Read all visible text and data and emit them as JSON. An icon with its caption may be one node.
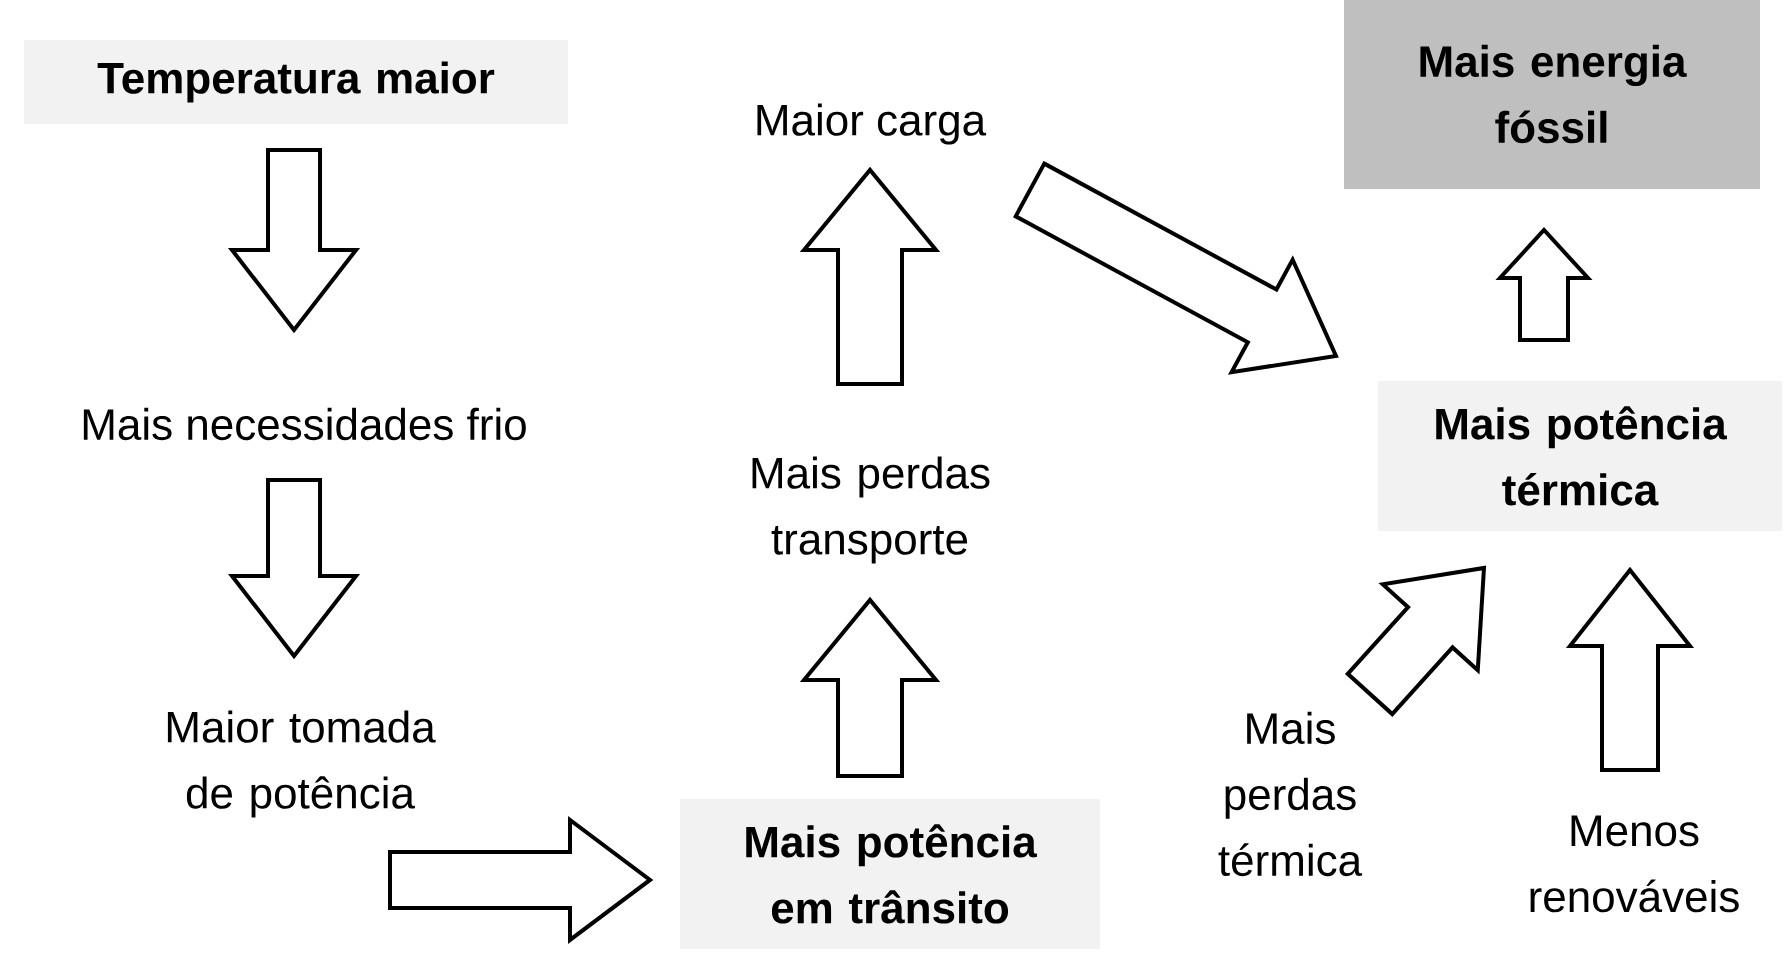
{
  "diagram": {
    "nodes": [
      {
        "text": [
          "Temperatura maior"
        ]
      },
      {
        "text": [
          "Mais necessidades frio"
        ]
      },
      {
        "text": [
          "Maior tomada de potência"
        ]
      },
      {
        "text": [
          "Mais potência em trânsito"
        ]
      },
      {
        "text": [
          "Mais perdas transporte"
        ]
      },
      {
        "text": [
          "Maior carga"
        ]
      },
      {
        "text": [
          "Mais energia fóssil"
        ]
      },
      {
        "text": [
          "Mais potência térmica"
        ]
      },
      {
        "text": [
          "Mais perdas térmica"
        ]
      },
      {
        "text": [
          "Menos renováveis"
        ]
      }
    ],
    "edges": [
      {
        "from": 0,
        "to": 1,
        "arrow": "to"
      },
      {
        "from": 1,
        "to": 2,
        "arrow": "to"
      },
      {
        "from": 2,
        "to": 3,
        "arrow": "to"
      },
      {
        "from": 3,
        "to": 4,
        "arrow": "to"
      },
      {
        "from": 4,
        "to": 5,
        "arrow": "to"
      },
      {
        "from": 5,
        "to": 7,
        "arrow": "to"
      },
      {
        "from": 8,
        "to": 7,
        "arrow": "to"
      },
      {
        "from": 9,
        "to": 7,
        "arrow": "to"
      },
      {
        "from": 7,
        "to": 6,
        "arrow": "to"
      }
    ]
  }
}
